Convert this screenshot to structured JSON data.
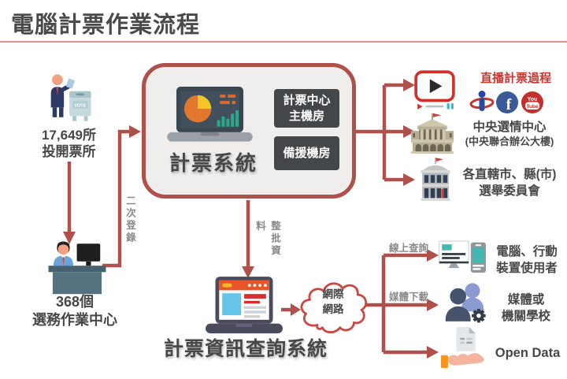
{
  "title": "電腦計票作業流程",
  "polling": {
    "count": "17,649所",
    "label": "投開票所"
  },
  "centers": {
    "count": "368個",
    "label": "選務作業中心"
  },
  "edges": {
    "second_entry": "二次登錄",
    "batch_data": "整批資料",
    "online_query": "線上查詢",
    "media_download": "媒體下載"
  },
  "counting_system": {
    "label": "計票系統",
    "main_room_line1": "計票中心",
    "main_room_line2": "主機房",
    "backup_room": "備援機房"
  },
  "live": {
    "title": "直播計票過程",
    "facebook_letter": "f",
    "youtube_line1": "You",
    "youtube_line2": "Tube"
  },
  "central_center": {
    "line1": "中央選情中心",
    "line2": "(中央聯合辦公大樓)"
  },
  "municipal": {
    "line1": "各直轄市、縣(市)",
    "line2": "選舉委員會"
  },
  "query_system": {
    "label": "計票資訊查詢系統"
  },
  "internet": {
    "line1": "網際",
    "line2": "網路"
  },
  "devices_users": {
    "line1": "電腦、行動",
    "line2": "裝置使用者"
  },
  "media_schools": {
    "line1": "媒體或",
    "line2": "機關學校"
  },
  "open_data": {
    "label": "Open Data"
  },
  "ballot_box_label": "VOTE",
  "colors": {
    "connector_red": "#b0504a",
    "accent_red": "#c63831",
    "dark_text": "#4a4a4a",
    "gray_label": "#8a8a8a",
    "box_fill": "#f0eeec",
    "server_box": "#43474a"
  }
}
